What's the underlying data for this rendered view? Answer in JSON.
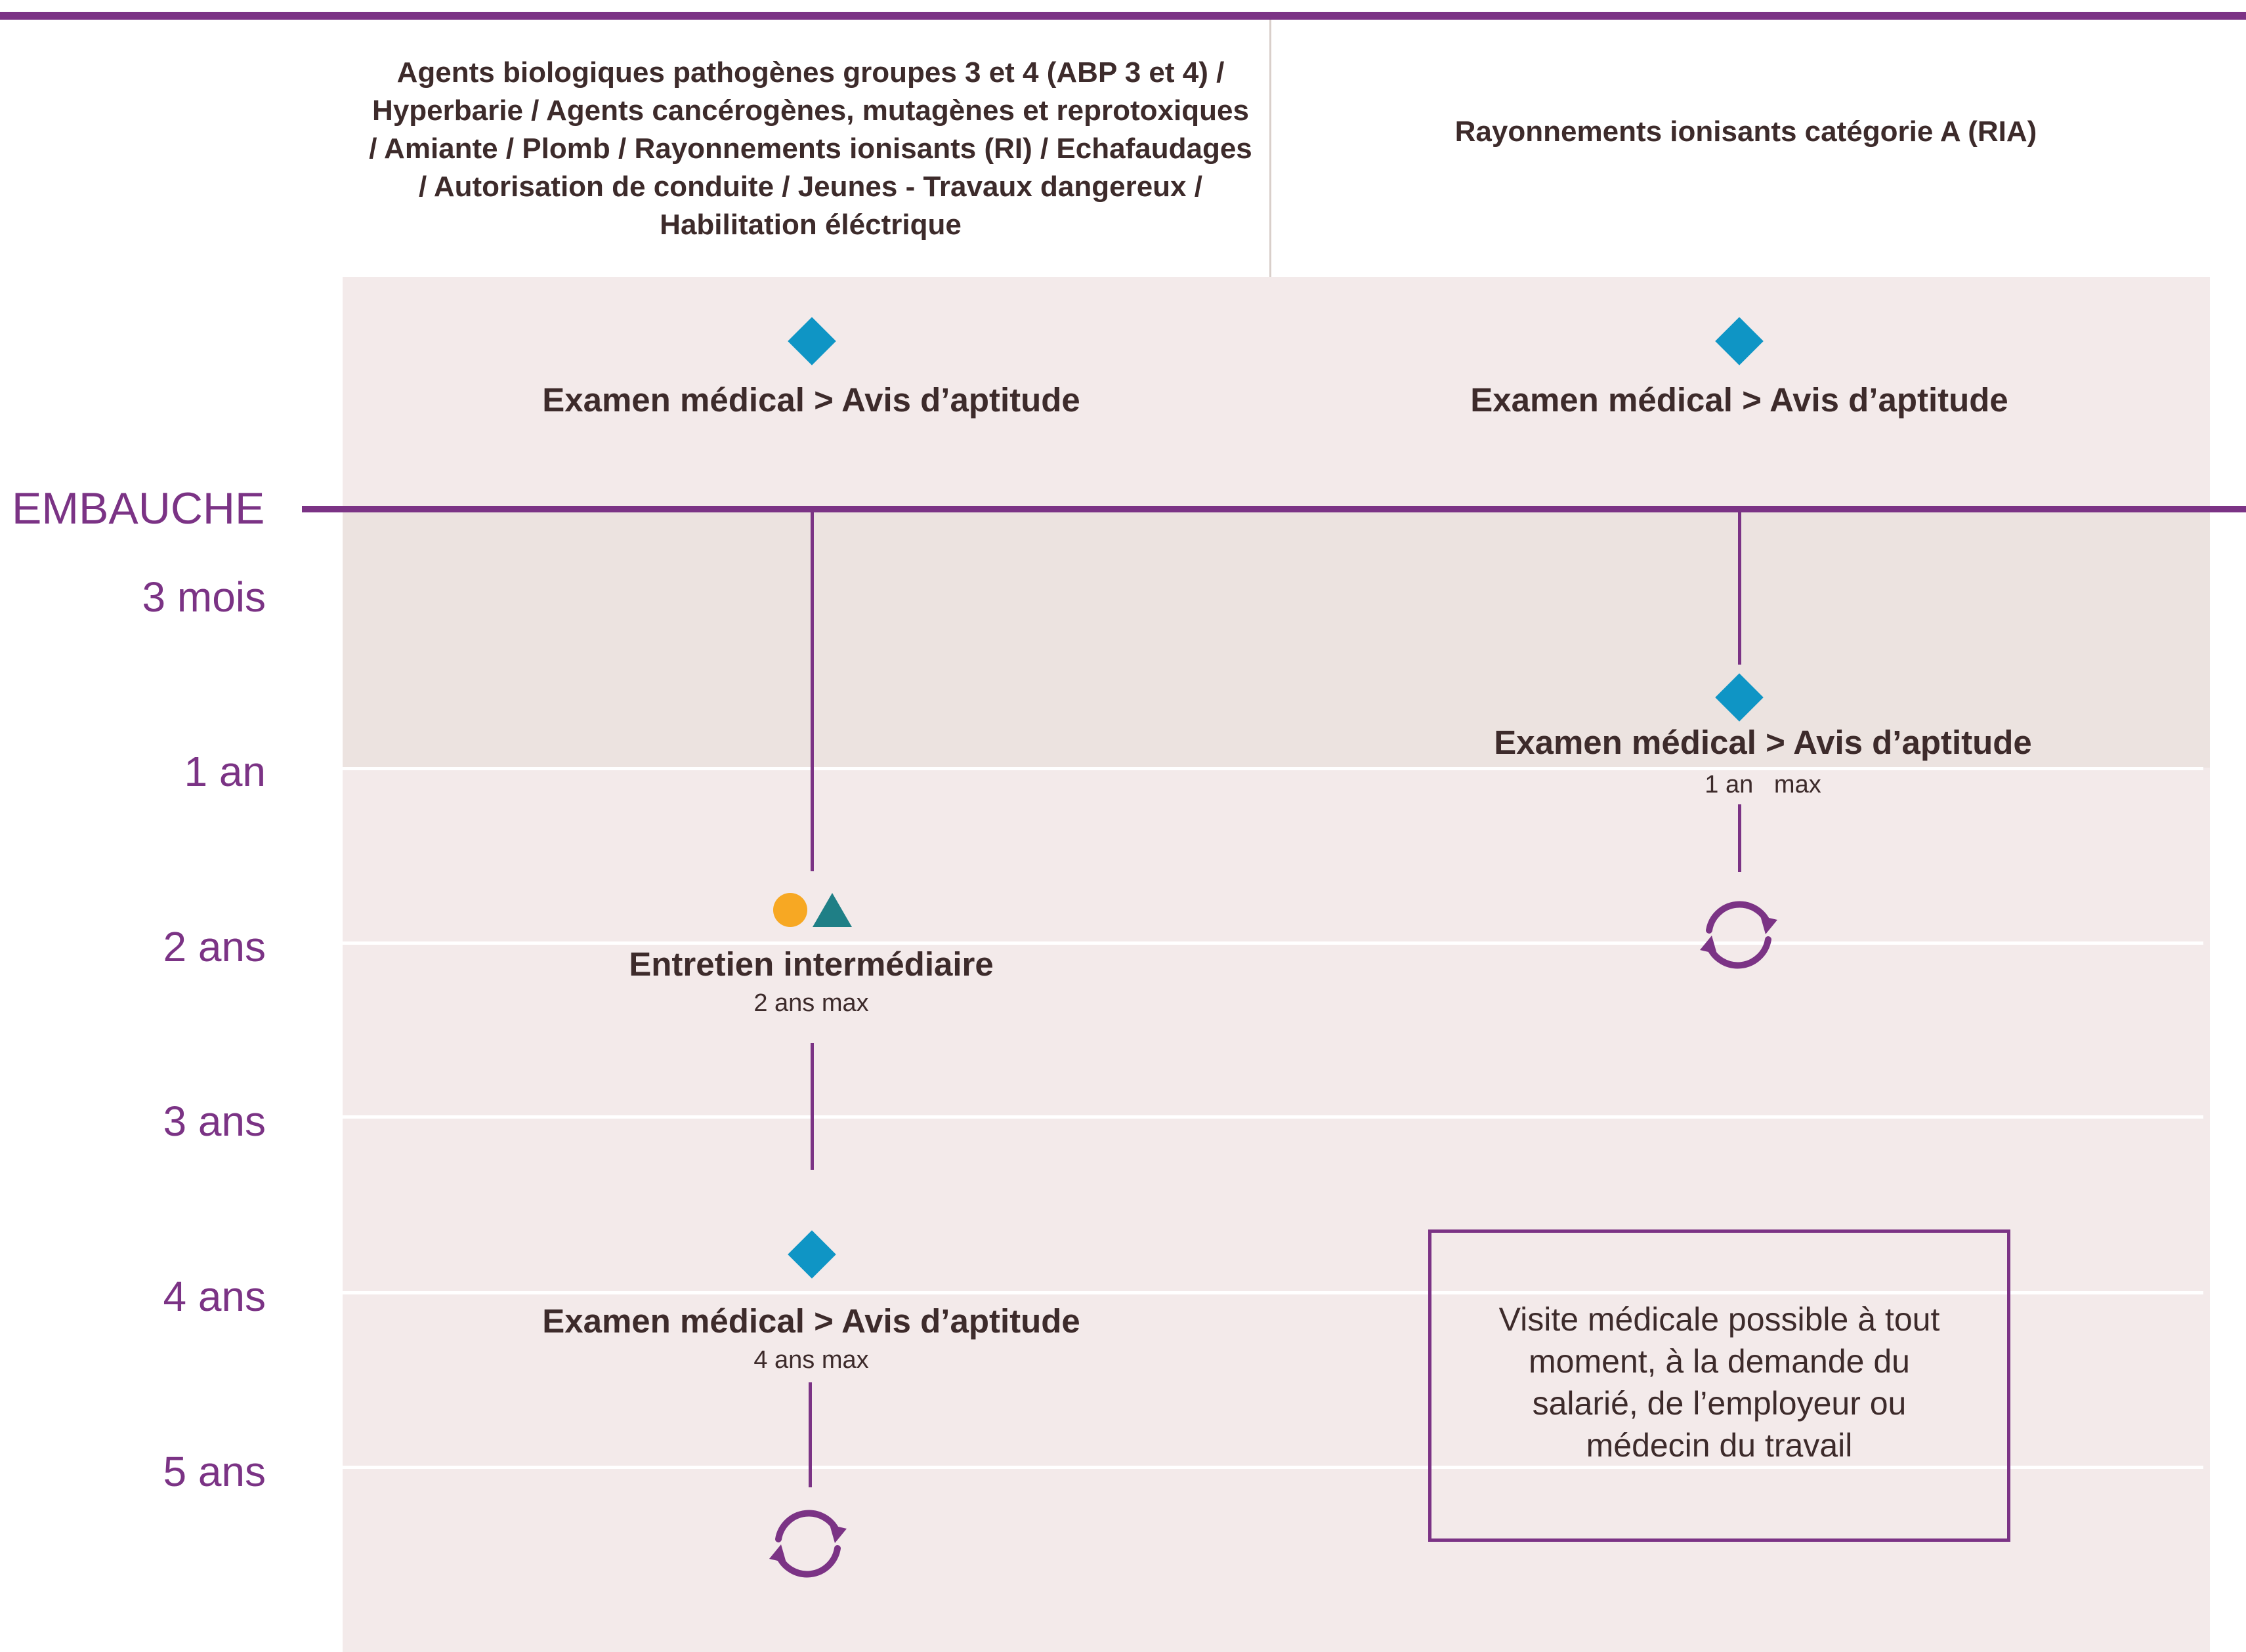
{
  "columns": {
    "left_header": "Agents biologiques pathogènes groupes 3 et 4 (ABP 3 et 4) / Hyperbarie / Agents cancérogènes, mutagènes et reprotoxiques / Amiante / Plomb / Rayonnements ionisants (RI) / Echafaudages / Autorisation de conduite / Jeunes - Travaux dangereux / Habilitation éléctrique",
    "right_header": "Rayonnements ionisants catégorie A (RIA)"
  },
  "timeline": {
    "start_label": "EMBAUCHE",
    "labels": [
      "3 mois",
      "1 an",
      "2 ans",
      "3 ans",
      "4 ans",
      "5 ans"
    ]
  },
  "left_events": {
    "pre_hire": "Examen médical > Avis d’aptitude",
    "intermediate_title": "Entretien intermédiaire",
    "intermediate_sub": "2 ans max",
    "periodic_title": "Examen médical > Avis d’aptitude",
    "periodic_sub": "4 ans max"
  },
  "right_events": {
    "pre_hire": "Examen médical > Avis d’aptitude",
    "periodic_title": "Examen médical > Avis d’aptitude",
    "periodic_sub": "1 an   max"
  },
  "info_box": {
    "text": "Visite médicale possible à tout moment, à la demande du salarié, de l’employeur ou médecin du travail"
  },
  "icons": {
    "exam": "diamond-icon",
    "interview_nurse": "circle-icon",
    "interview_doctor": "triangle-icon",
    "repeat": "refresh-cycle-icon"
  },
  "colors": {
    "accent": "#7b3385",
    "diamond": "#0f95c5",
    "circle": "#f7a823",
    "triangle": "#1f7f86",
    "panel": "#f3eaea",
    "band": "#ece3e0",
    "text": "#3d2b2b"
  }
}
